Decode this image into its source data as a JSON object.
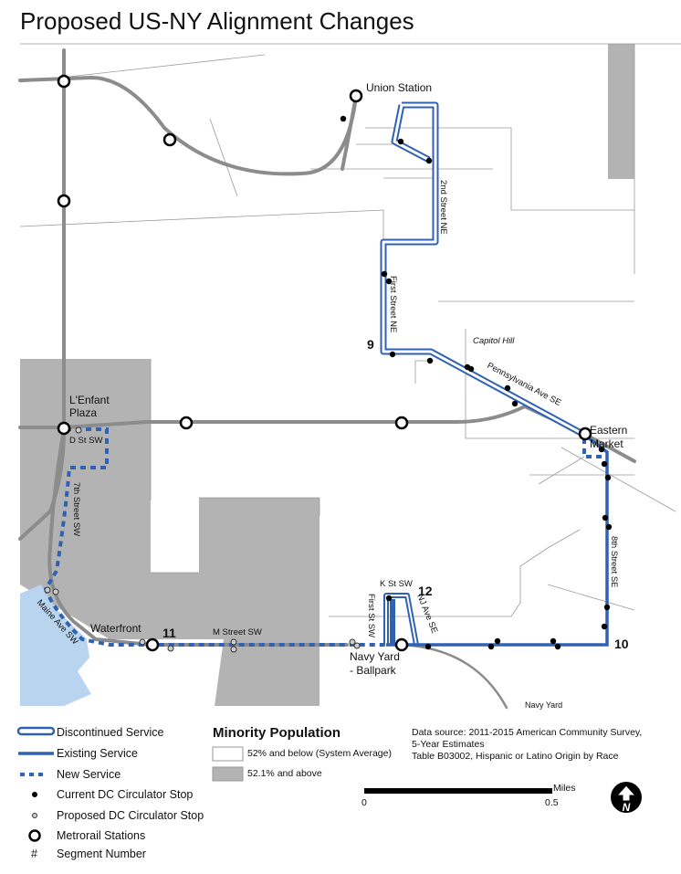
{
  "title": "Proposed US-NY Alignment Changes",
  "colors": {
    "route": "#2f62b3",
    "minority": "#b3b3b3",
    "water": "#b9d4ef",
    "metro_line": "#8c8c8c"
  },
  "map_labels": {
    "union_station": "Union Station",
    "second_street": "2nd Street NE",
    "first_street_ne": "First Street NE",
    "capitol_hill": "Capitol Hill",
    "penn_ave": "Pennsylvania Ave SE",
    "eastern_market_1": "Eastern",
    "eastern_market_2": "Market",
    "lenfant_1": "L'Enfant",
    "lenfant_2": "Plaza",
    "d_st": "D St SW",
    "seventh_st": "7th Street SW",
    "maine_ave": "Maine Ave SW",
    "waterfront": "Waterfront",
    "m_street": "M Street SW",
    "first_st_sw": "First St SW",
    "k_st": "K St SW",
    "nj_ave": "NJ Ave SE",
    "navy_yard_1": "Navy Yard",
    "navy_yard_2": "- Ballpark",
    "eighth_st": "8th Street SE",
    "navy_yard_bottom": "Navy Yard"
  },
  "segments": [
    "9",
    "10",
    "11",
    "12"
  ],
  "legend": {
    "discontinued": "Discontinued Service",
    "existing": "Existing Service",
    "new": "New Service",
    "current_stop": "Current DC Circulator Stop",
    "proposed_stop": "Proposed DC Circulator Stop",
    "metro": "Metrorail Stations",
    "segment_symbol": "#",
    "segment": "Segment Number"
  },
  "minority": {
    "title": "Minority Population",
    "low": "52% and below (System Average)",
    "high": "52.1% and above"
  },
  "source": {
    "line1": "Data source: 2011-2015 American Community Survey,",
    "line2": "5-Year Estimates",
    "line3": "Table B03002, Hispanic or Latino Origin by Race"
  },
  "scale": {
    "unit": "Miles",
    "start": "0",
    "end": "0.5"
  },
  "north": "N"
}
